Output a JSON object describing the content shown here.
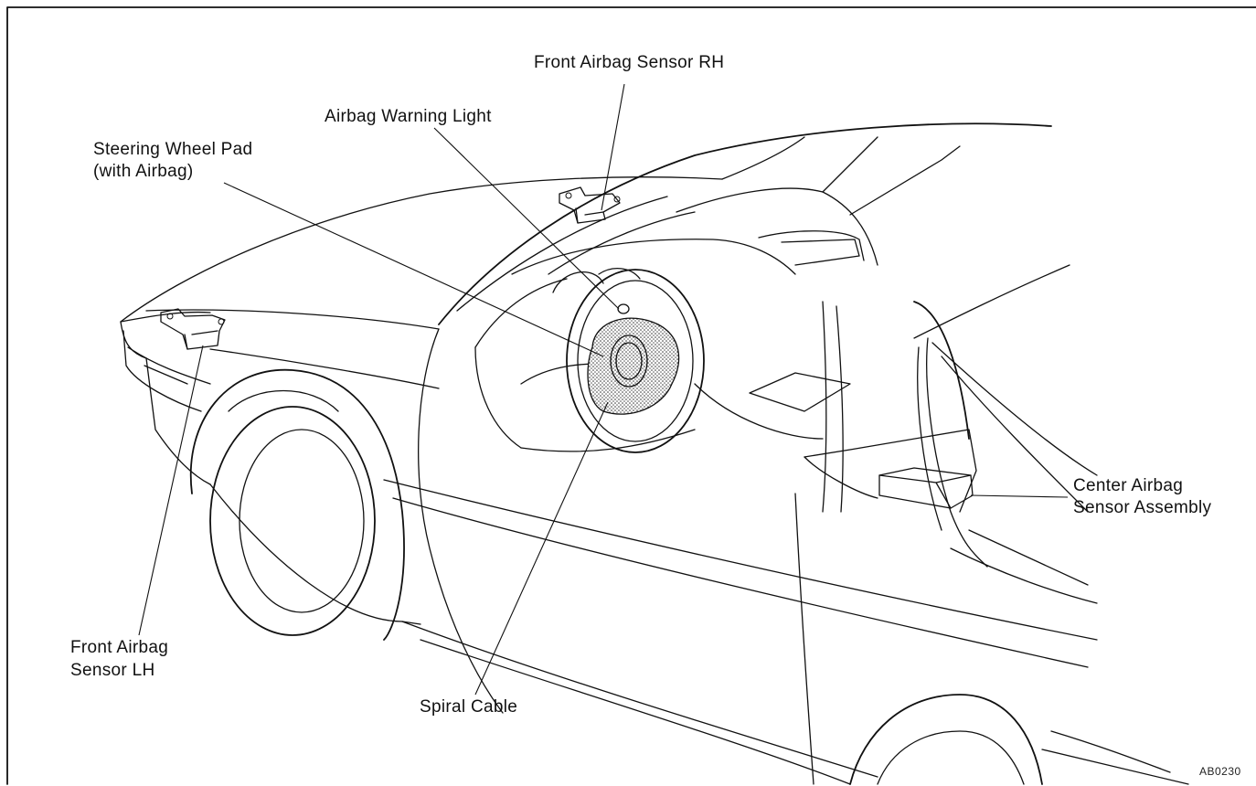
{
  "labels": {
    "front_airbag_sensor_rh": "Front Airbag Sensor RH",
    "airbag_warning_light": "Airbag Warning Light",
    "steering_wheel_pad_l1": "Steering Wheel Pad",
    "steering_wheel_pad_l2": "(with Airbag)",
    "center_airbag_sensor_l1": "Center Airbag",
    "center_airbag_sensor_l2": "Sensor Assembly",
    "front_airbag_sensor_lh_l1": "Front Airbag",
    "front_airbag_sensor_lh_l2": "Sensor LH",
    "spiral_cable": "Spiral Cable"
  },
  "figure_code": "AB0230",
  "colors": {
    "line": "#111111",
    "background": "#ffffff",
    "airbag_fill": "#c8c8c8"
  }
}
